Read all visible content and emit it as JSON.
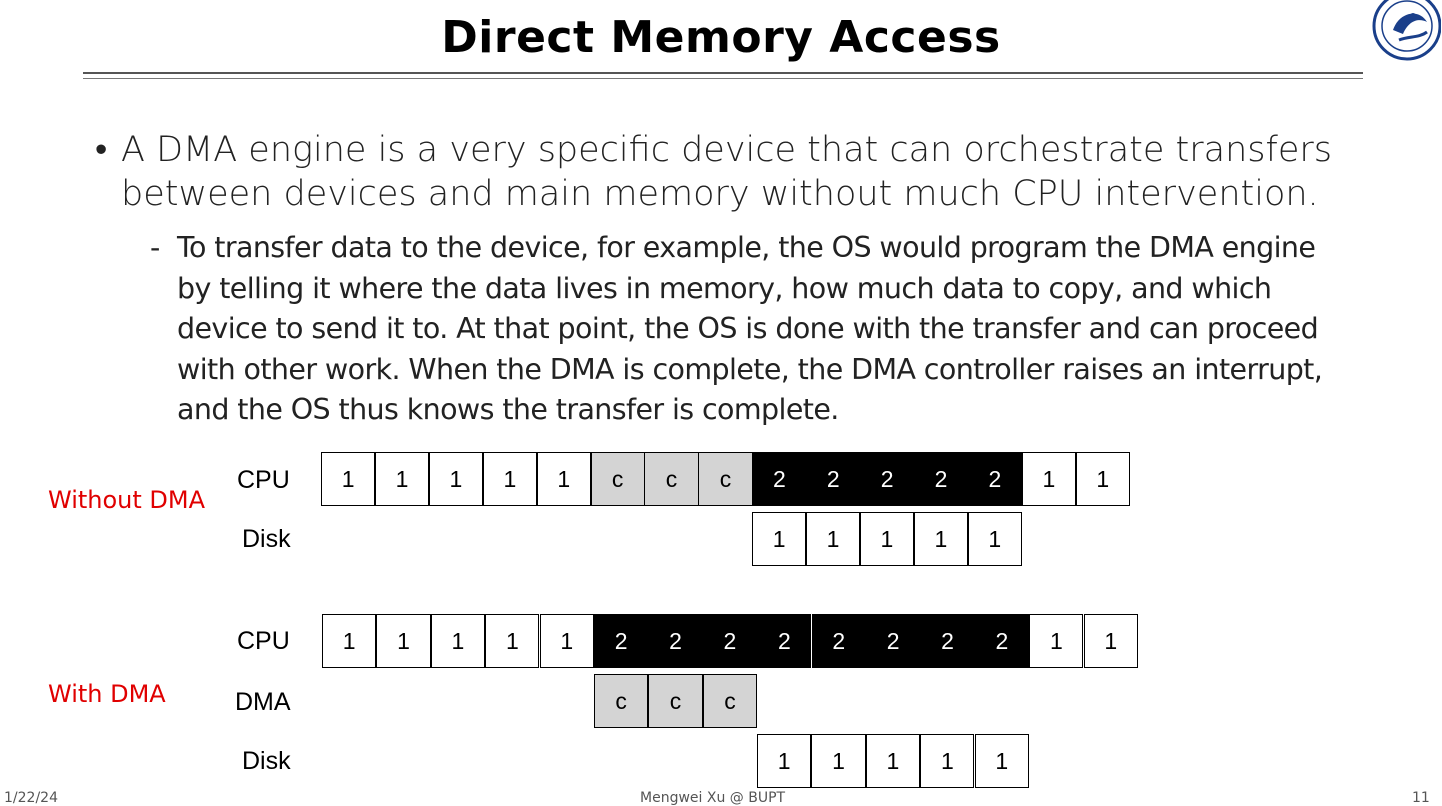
{
  "title": "Direct Memory Access",
  "bullet": "A DMA engine is a very specific device that can orchestrate transfers between devices and main memory without much CPU intervention.",
  "bullet_marker": "•",
  "sub_bullet": "To transfer data to the device, for example, the OS would program the DMA engine by telling it where the data lives in memory, how much data to copy, and which device to send it to. At that point, the OS is done with the transfer and can proceed with other work. When the DMA is complete, the DMA controller raises an interrupt, and the OS thus knows the transfer is complete.",
  "sub_marker": "-",
  "diagram": {
    "without_dma": {
      "label": "Without DMA",
      "cpu_label": "CPU",
      "disk_label": "Disk",
      "cpu_cells": [
        "1",
        "1",
        "1",
        "1",
        "1",
        "c",
        "c",
        "c",
        "2",
        "2",
        "2",
        "2",
        "2",
        "1",
        "1"
      ],
      "cpu_styles": [
        "w",
        "w",
        "w",
        "w",
        "w",
        "g",
        "g",
        "g",
        "b",
        "b",
        "b",
        "b",
        "b",
        "w",
        "w"
      ],
      "disk_cells": [
        "1",
        "1",
        "1",
        "1",
        "1"
      ]
    },
    "with_dma": {
      "label": "With DMA",
      "cpu_label": "CPU",
      "dma_label": "DMA",
      "disk_label": "Disk",
      "cpu_cells": [
        "1",
        "1",
        "1",
        "1",
        "1",
        "2",
        "2",
        "2",
        "2",
        "2",
        "2",
        "2",
        "2",
        "1",
        "1"
      ],
      "cpu_styles": [
        "w",
        "w",
        "w",
        "w",
        "w",
        "b",
        "b",
        "b",
        "b",
        "b",
        "b",
        "b",
        "b",
        "w",
        "w"
      ],
      "dma_cells": [
        "c",
        "c",
        "c"
      ],
      "disk_cells": [
        "1",
        "1",
        "1",
        "1",
        "1"
      ]
    }
  },
  "footer": {
    "date": "1/22/24",
    "author": "Mengwei Xu @ BUPT",
    "page": "11"
  },
  "colors": {
    "accent_red": "#e00000",
    "gray_cell": "#d4d4d4",
    "black_cell": "#000000"
  }
}
